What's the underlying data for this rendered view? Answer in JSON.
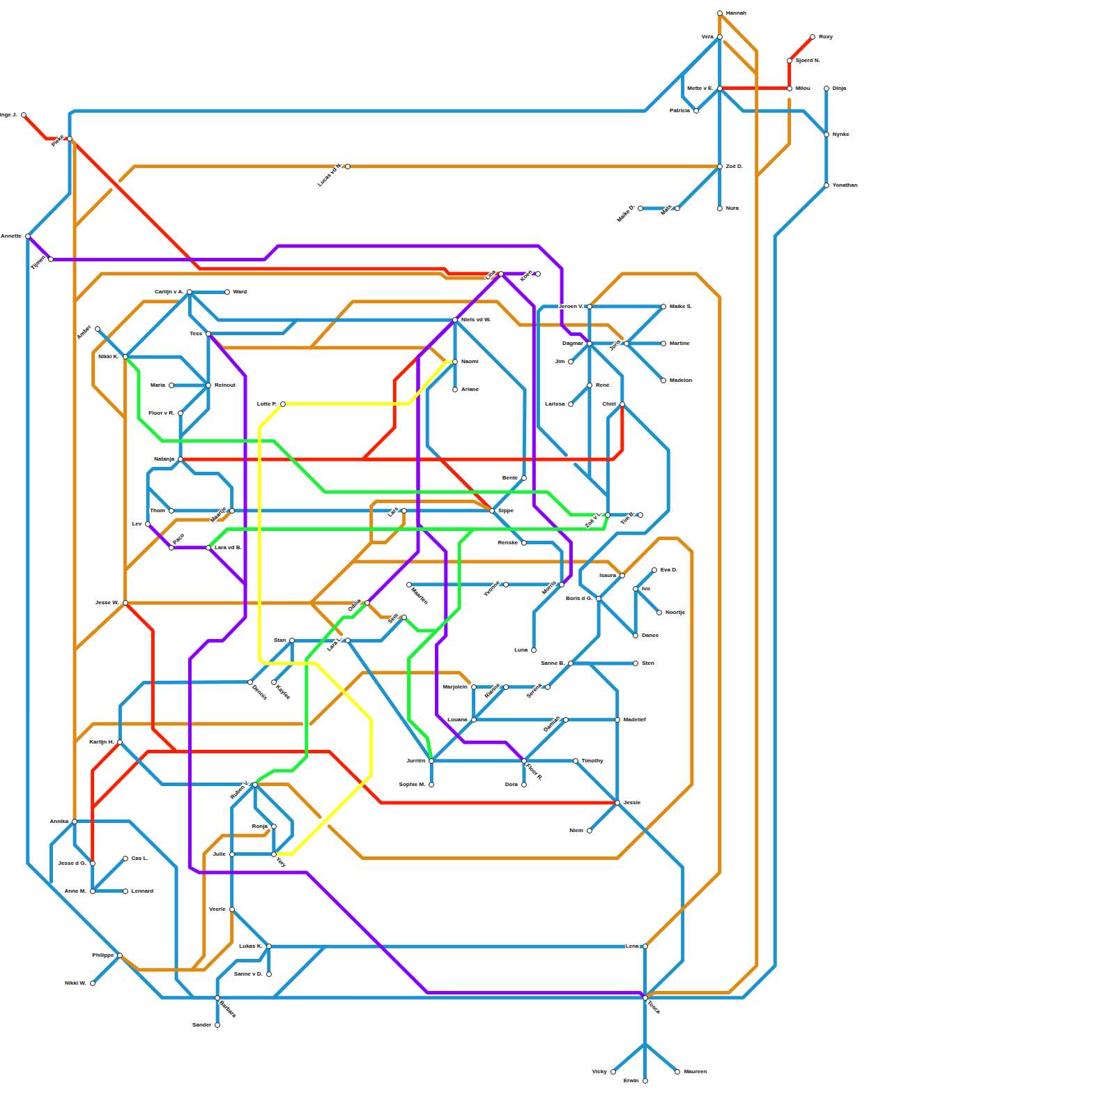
{
  "diagram": {
    "nodes": [
      {
        "text": [
          "Hannah"
        ]
      },
      {
        "text": [
          "Vera"
        ]
      },
      {
        "text": [
          "Roxy"
        ]
      },
      {
        "text": [
          "Sjoerd N."
        ]
      },
      {
        "text": [
          "Mette v E."
        ]
      },
      {
        "text": [
          "Milou"
        ]
      },
      {
        "text": [
          "Dinja"
        ]
      },
      {
        "text": [
          "Patricia"
        ]
      },
      {
        "text": [
          "Inge J."
        ]
      },
      {
        "text": [
          "Nynke"
        ]
      },
      {
        "text": [
          "Pieke"
        ]
      },
      {
        "text": [
          "Zoë D."
        ]
      },
      {
        "text": [
          "Lucas vd N."
        ]
      },
      {
        "text": [
          "Yonathan"
        ]
      },
      {
        "text": [
          "Maike D."
        ]
      },
      {
        "text": [
          "Mats"
        ]
      },
      {
        "text": [
          "Nura"
        ]
      },
      {
        "text": [
          "Annette"
        ]
      },
      {
        "text": [
          "Tijmen"
        ]
      },
      {
        "text": [
          "Lina"
        ]
      },
      {
        "text": [
          "Koen"
        ]
      },
      {
        "text": [
          "Carlijn v A."
        ]
      },
      {
        "text": [
          "Ward"
        ]
      },
      {
        "text": [
          "Jeroen V."
        ]
      },
      {
        "text": [
          "Maike S."
        ]
      },
      {
        "text": [
          "Niels vd W."
        ]
      },
      {
        "text": [
          "Amber"
        ]
      },
      {
        "text": [
          "Tess"
        ]
      },
      {
        "text": [
          "Dagmar"
        ]
      },
      {
        "text": [
          "Joris"
        ]
      },
      {
        "text": [
          "Martine"
        ]
      },
      {
        "text": [
          "Nikki K."
        ]
      },
      {
        "text": [
          "Naomi"
        ]
      },
      {
        "text": [
          "Jim"
        ]
      },
      {
        "text": [
          "Madelon"
        ]
      },
      {
        "text": [
          "Maria"
        ]
      },
      {
        "text": [
          "Reinout"
        ]
      },
      {
        "text": [
          "René"
        ]
      },
      {
        "text": [
          "Ariane"
        ]
      },
      {
        "text": [
          "Lotte P."
        ]
      },
      {
        "text": [
          "Larissa"
        ]
      },
      {
        "text": [
          "Chiel"
        ]
      },
      {
        "text": [
          "Floor v R."
        ]
      },
      {
        "text": [
          "Natanja"
        ]
      },
      {
        "text": [
          "Bente"
        ]
      },
      {
        "text": [
          "Thom"
        ]
      },
      {
        "text": [
          "Maartje"
        ]
      },
      {
        "text": [
          "Lars"
        ]
      },
      {
        "text": [
          "Sippe"
        ]
      },
      {
        "text": [
          "Zoë v L."
        ]
      },
      {
        "text": [
          "Tim B."
        ]
      },
      {
        "text": [
          "Lev"
        ]
      },
      {
        "text": [
          "Paco"
        ]
      },
      {
        "text": [
          "Lara vd B."
        ]
      },
      {
        "text": [
          "Renske"
        ]
      },
      {
        "text": [
          "Eva D."
        ]
      },
      {
        "text": [
          "Isaura"
        ]
      },
      {
        "text": [
          "Yvonne"
        ]
      },
      {
        "text": [
          "Maarten"
        ]
      },
      {
        "text": [
          "Morris"
        ]
      },
      {
        "text": [
          "Ivo"
        ]
      },
      {
        "text": [
          "Boris d G."
        ]
      },
      {
        "text": [
          "Jesse W."
        ]
      },
      {
        "text": [
          "Odilia"
        ]
      },
      {
        "text": [
          "Noortje"
        ]
      },
      {
        "text": [
          "Sem"
        ]
      },
      {
        "text": [
          "Danee"
        ]
      },
      {
        "text": [
          "Stan"
        ]
      },
      {
        "text": [
          "Lara L."
        ]
      },
      {
        "text": [
          "Luna"
        ]
      },
      {
        "text": [
          "Sanne B."
        ]
      },
      {
        "text": [
          "Sten"
        ]
      },
      {
        "text": [
          "Dennis"
        ]
      },
      {
        "text": [
          "Kaylee"
        ]
      },
      {
        "text": [
          "Marjolein"
        ]
      },
      {
        "text": [
          "Rianne"
        ]
      },
      {
        "text": [
          "Serena"
        ]
      },
      {
        "text": [
          "Louana"
        ]
      },
      {
        "text": [
          "Damian"
        ]
      },
      {
        "text": [
          "Madelief"
        ]
      },
      {
        "text": [
          "Karlijn H."
        ]
      },
      {
        "text": [
          "Jurriën"
        ]
      },
      {
        "text": [
          "Floor R."
        ]
      },
      {
        "text": [
          "Timothy"
        ]
      },
      {
        "text": [
          "Ruben V."
        ]
      },
      {
        "text": [
          "Sophie M."
        ]
      },
      {
        "text": [
          "Dora"
        ]
      },
      {
        "text": [
          "Jessie"
        ]
      },
      {
        "text": [
          "Annika"
        ]
      },
      {
        "text": [
          "Ronja"
        ]
      },
      {
        "text": [
          "Niem"
        ]
      },
      {
        "text": [
          "Julie"
        ]
      },
      {
        "text": [
          "Yery"
        ]
      },
      {
        "text": [
          "Cas L."
        ]
      },
      {
        "text": [
          "Jesse d G."
        ]
      },
      {
        "text": [
          "Anne M."
        ]
      },
      {
        "text": [
          "Lennard"
        ]
      },
      {
        "text": [
          "Veerle"
        ]
      },
      {
        "text": [
          "Lukas K."
        ]
      },
      {
        "text": [
          "Lena"
        ]
      },
      {
        "text": [
          "Philippe"
        ]
      },
      {
        "text": [
          "Sanne v D."
        ]
      },
      {
        "text": [
          "Nikki W."
        ]
      },
      {
        "text": [
          "Barbara"
        ]
      },
      {
        "text": [
          "Tosca"
        ]
      },
      {
        "text": [
          "Sander"
        ]
      },
      {
        "text": [
          "Vicky"
        ]
      },
      {
        "text": [
          "Maureen"
        ]
      },
      {
        "text": [
          "Erwin"
        ]
      }
    ],
    "edges": [
      {
        "from": 10,
        "to": 1,
        "arrow": "none"
      },
      {
        "from": 10,
        "to": 17,
        "arrow": "none"
      },
      {
        "from": 17,
        "to": 100,
        "arrow": "none"
      },
      {
        "from": 100,
        "to": 103,
        "arrow": "none"
      },
      {
        "from": 103,
        "to": 104,
        "arrow": "none"
      },
      {
        "from": 104,
        "to": 13,
        "arrow": "none"
      },
      {
        "from": 6,
        "to": 9,
        "arrow": "none"
      },
      {
        "from": 9,
        "to": 13,
        "arrow": "none"
      },
      {
        "from": 9,
        "to": 4,
        "arrow": "none"
      },
      {
        "from": 1,
        "to": 4,
        "arrow": "none"
      },
      {
        "from": 1,
        "to": 7,
        "arrow": "none"
      },
      {
        "from": 7,
        "to": 4,
        "arrow": "none"
      },
      {
        "from": 4,
        "to": 11,
        "arrow": "none"
      },
      {
        "from": 11,
        "to": 16,
        "arrow": "none"
      },
      {
        "from": 11,
        "to": 15,
        "arrow": "none"
      },
      {
        "from": 15,
        "to": 14,
        "arrow": "none"
      },
      {
        "from": 102,
        "to": 100,
        "arrow": "none"
      },
      {
        "from": 88,
        "to": 94,
        "arrow": "none"
      },
      {
        "from": 94,
        "to": 95,
        "arrow": "none"
      },
      {
        "from": 93,
        "to": 95,
        "arrow": "none"
      },
      {
        "from": 95,
        "to": 96,
        "arrow": "none"
      },
      {
        "from": 88,
        "to": 103,
        "arrow": "none"
      },
      {
        "from": 80,
        "to": 72,
        "arrow": "none"
      },
      {
        "from": 72,
        "to": 67,
        "arrow": "none"
      },
      {
        "from": 73,
        "to": 67,
        "arrow": "none"
      },
      {
        "from": 67,
        "to": 68,
        "arrow": "none"
      },
      {
        "from": 68,
        "to": 65,
        "arrow": "none"
      },
      {
        "from": 68,
        "to": 81,
        "arrow": "none"
      },
      {
        "from": 81,
        "to": 85,
        "arrow": "none"
      },
      {
        "from": 81,
        "to": 82,
        "arrow": "none"
      },
      {
        "from": 82,
        "to": 83,
        "arrow": "none"
      },
      {
        "from": 83,
        "to": 87,
        "arrow": "none"
      },
      {
        "from": 87,
        "to": 90,
        "arrow": "none"
      },
      {
        "from": 87,
        "to": 104,
        "arrow": "none"
      },
      {
        "from": 79,
        "to": 87,
        "arrow": "none"
      },
      {
        "from": 79,
        "to": 70,
        "arrow": "none"
      },
      {
        "from": 70,
        "to": 71,
        "arrow": "none"
      },
      {
        "from": 70,
        "to": 76,
        "arrow": "none"
      },
      {
        "from": 76,
        "to": 75,
        "arrow": "none"
      },
      {
        "from": 75,
        "to": 74,
        "arrow": "none"
      },
      {
        "from": 74,
        "to": 77,
        "arrow": "none"
      },
      {
        "from": 75,
        "to": 77,
        "arrow": "none"
      },
      {
        "from": 77,
        "to": 78,
        "arrow": "none"
      },
      {
        "from": 78,
        "to": 79,
        "arrow": "none"
      },
      {
        "from": 78,
        "to": 82,
        "arrow": "none"
      },
      {
        "from": 77,
        "to": 81,
        "arrow": "none"
      },
      {
        "from": 82,
        "to": 86,
        "arrow": "none"
      },
      {
        "from": 70,
        "to": 61,
        "arrow": "none"
      },
      {
        "from": 61,
        "to": 66,
        "arrow": "none"
      },
      {
        "from": 61,
        "to": 56,
        "arrow": "none"
      },
      {
        "from": 60,
        "to": 66,
        "arrow": "none"
      },
      {
        "from": 60,
        "to": 55,
        "arrow": "none"
      },
      {
        "from": 60,
        "to": 64,
        "arrow": "none"
      },
      {
        "from": 59,
        "to": 69,
        "arrow": "none"
      },
      {
        "from": 57,
        "to": 59,
        "arrow": "none"
      },
      {
        "from": 58,
        "to": 57,
        "arrow": "none"
      },
      {
        "from": 54,
        "to": 59,
        "arrow": "none"
      },
      {
        "from": 48,
        "to": 54,
        "arrow": "none"
      },
      {
        "from": 48,
        "to": 44,
        "arrow": "none"
      },
      {
        "from": 48,
        "to": 32,
        "arrow": "none"
      },
      {
        "from": 45,
        "to": 46,
        "arrow": "none"
      },
      {
        "from": 46,
        "to": 48,
        "arrow": "none"
      },
      {
        "from": 25,
        "to": 44,
        "arrow": "none"
      },
      {
        "from": 25,
        "to": 32,
        "arrow": "none"
      },
      {
        "from": 32,
        "to": 38,
        "arrow": "none"
      },
      {
        "from": 25,
        "to": 21,
        "arrow": "none"
      },
      {
        "from": 21,
        "to": 22,
        "arrow": "none"
      },
      {
        "from": 21,
        "to": 27,
        "arrow": "none"
      },
      {
        "from": 27,
        "to": 36,
        "arrow": "none"
      },
      {
        "from": 21,
        "to": 31,
        "arrow": "none"
      },
      {
        "from": 31,
        "to": 36,
        "arrow": "none"
      },
      {
        "from": 35,
        "to": 36,
        "arrow": "none"
      },
      {
        "from": 36,
        "to": 42,
        "arrow": "none"
      },
      {
        "from": 42,
        "to": 43,
        "arrow": "none"
      },
      {
        "from": 43,
        "to": 46,
        "arrow": "none"
      },
      {
        "from": 43,
        "to": 51,
        "arrow": "none"
      },
      {
        "from": 26,
        "to": 31,
        "arrow": "none"
      },
      {
        "from": 23,
        "to": 24,
        "arrow": "none"
      },
      {
        "from": 23,
        "to": 28,
        "arrow": "none"
      },
      {
        "from": 28,
        "to": 37,
        "arrow": "none"
      },
      {
        "from": 28,
        "to": 29,
        "arrow": "none"
      },
      {
        "from": 29,
        "to": 30,
        "arrow": "none"
      },
      {
        "from": 28,
        "to": 33,
        "arrow": "none"
      },
      {
        "from": 37,
        "to": 40,
        "arrow": "none"
      },
      {
        "from": 29,
        "to": 24,
        "arrow": "none"
      },
      {
        "from": 29,
        "to": 34,
        "arrow": "none"
      },
      {
        "from": 28,
        "to": 41,
        "arrow": "none"
      },
      {
        "from": 41,
        "to": 49,
        "arrow": "none"
      },
      {
        "from": 49,
        "to": 50,
        "arrow": "none"
      },
      {
        "from": 41,
        "to": 61,
        "arrow": "none"
      },
      {
        "from": 84,
        "to": 89,
        "arrow": "none"
      },
      {
        "from": 89,
        "to": 92,
        "arrow": "none"
      },
      {
        "from": 84,
        "to": 92,
        "arrow": "none"
      },
      {
        "from": 84,
        "to": 91,
        "arrow": "none"
      },
      {
        "from": 91,
        "to": 92,
        "arrow": "none"
      },
      {
        "from": 91,
        "to": 97,
        "arrow": "none"
      },
      {
        "from": 97,
        "to": 98,
        "arrow": "none"
      },
      {
        "from": 98,
        "to": 101,
        "arrow": "none"
      },
      {
        "from": 98,
        "to": 99,
        "arrow": "none"
      },
      {
        "from": 99,
        "to": 104,
        "arrow": "none"
      },
      {
        "from": 104,
        "to": 108,
        "arrow": "none"
      },
      {
        "from": 104,
        "to": 106,
        "arrow": "none"
      },
      {
        "from": 104,
        "to": 107,
        "arrow": "none"
      },
      {
        "from": 98,
        "to": 103,
        "arrow": "none"
      },
      {
        "from": 103,
        "to": 105,
        "arrow": "none"
      },
      {
        "from": 80,
        "to": 84,
        "arrow": "none"
      },
      {
        "from": 8,
        "to": 10,
        "arrow": "none"
      },
      {
        "from": 10,
        "to": 19,
        "arrow": "none"
      },
      {
        "from": 2,
        "to": 3,
        "arrow": "none"
      },
      {
        "from": 3,
        "to": 5,
        "arrow": "none"
      },
      {
        "from": 5,
        "to": 4,
        "arrow": "none"
      },
      {
        "from": 43,
        "to": 41,
        "arrow": "none"
      },
      {
        "from": 25,
        "to": 48,
        "arrow": "none"
      },
      {
        "from": 62,
        "to": 87,
        "arrow": "none"
      },
      {
        "from": 80,
        "to": 94,
        "arrow": "none"
      },
      {
        "from": 0,
        "to": 1,
        "arrow": "none"
      },
      {
        "from": 0,
        "to": 104,
        "arrow": "none"
      },
      {
        "from": 12,
        "to": 11,
        "arrow": "none"
      },
      {
        "from": 10,
        "to": 88,
        "arrow": "none"
      },
      {
        "from": 63,
        "to": 62,
        "arrow": "none"
      },
      {
        "from": 65,
        "to": 63,
        "arrow": "none"
      },
      {
        "from": 31,
        "to": 62,
        "arrow": "none"
      },
      {
        "from": 99,
        "to": 23,
        "arrow": "none"
      },
      {
        "from": 47,
        "to": 48,
        "arrow": "none"
      },
      {
        "from": 100,
        "to": 97,
        "arrow": "none"
      },
      {
        "from": 27,
        "to": 32,
        "arrow": "none"
      },
      {
        "from": 17,
        "to": 18,
        "arrow": "none"
      },
      {
        "from": 18,
        "to": 28,
        "arrow": "none"
      },
      {
        "from": 19,
        "to": 20,
        "arrow": "none"
      },
      {
        "from": 19,
        "to": 25,
        "arrow": "none"
      },
      {
        "from": 19,
        "to": 59,
        "arrow": "none"
      },
      {
        "from": 27,
        "to": 104,
        "arrow": "none"
      },
      {
        "from": 51,
        "to": 52,
        "arrow": "none"
      },
      {
        "from": 52,
        "to": 53,
        "arrow": "none"
      },
      {
        "from": 25,
        "to": 63,
        "arrow": "none"
      },
      {
        "from": 25,
        "to": 82,
        "arrow": "none"
      },
      {
        "from": 31,
        "to": 49,
        "arrow": "none"
      },
      {
        "from": 53,
        "to": 49,
        "arrow": "none"
      },
      {
        "from": 53,
        "to": 81,
        "arrow": "none"
      },
      {
        "from": 65,
        "to": 81,
        "arrow": "none"
      },
      {
        "from": 84,
        "to": 63,
        "arrow": "none"
      },
      {
        "from": 32,
        "to": 39,
        "arrow": "none"
      },
      {
        "from": 39,
        "to": 92,
        "arrow": "none"
      }
    ]
  }
}
